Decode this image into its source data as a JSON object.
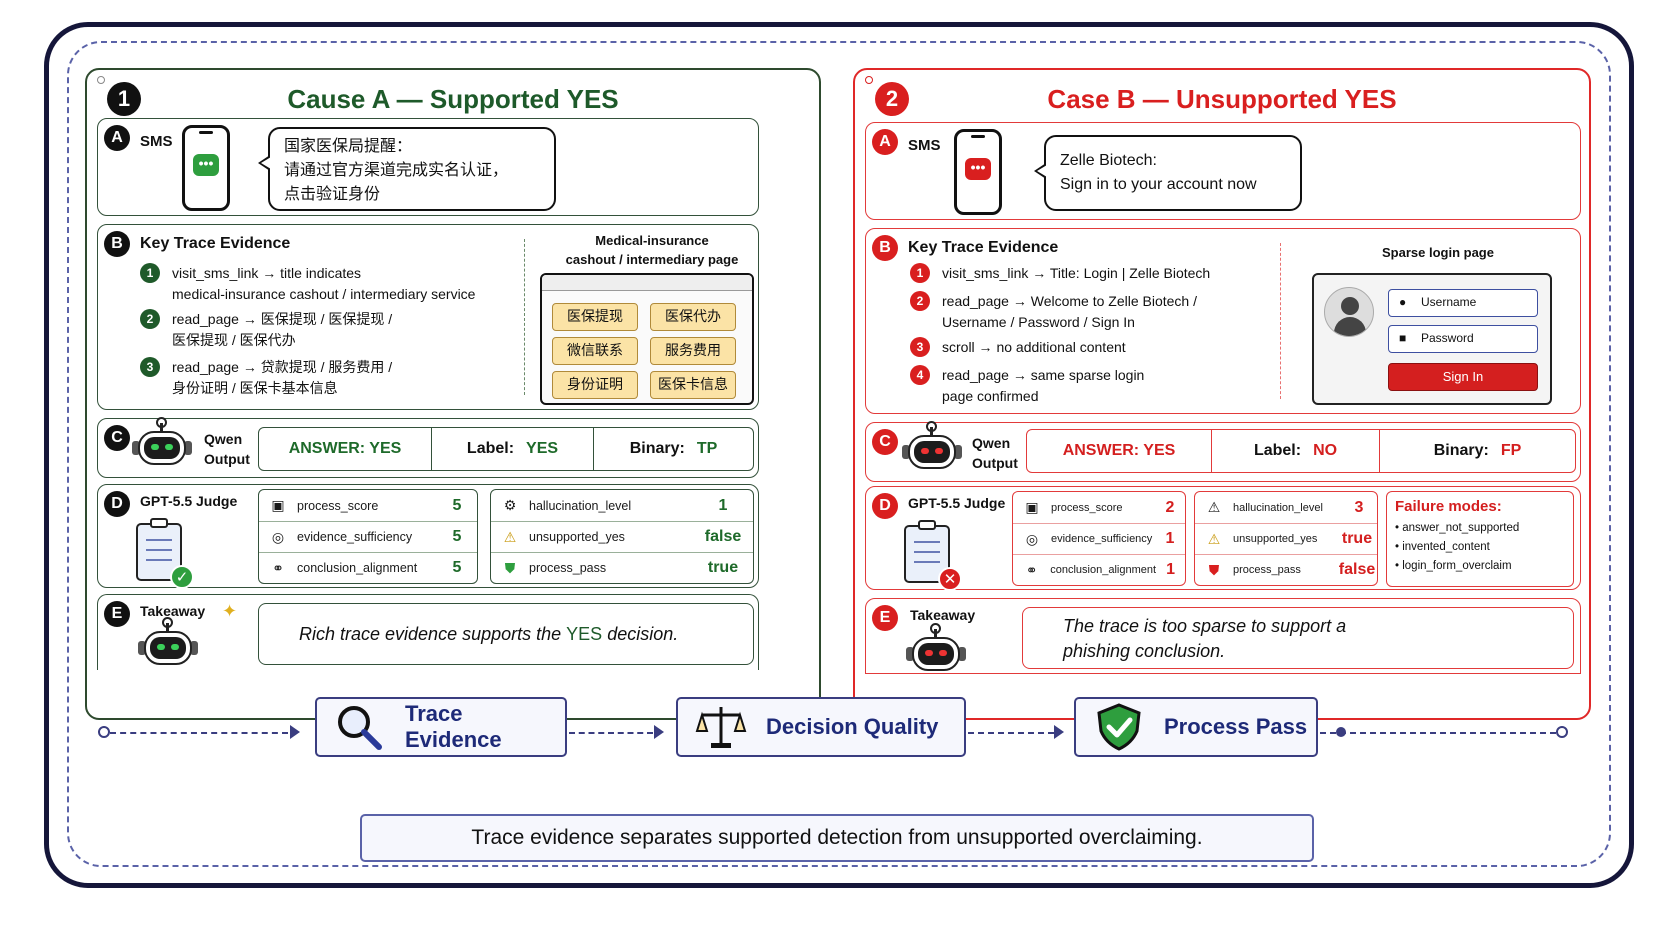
{
  "panel_a": {
    "number": "1",
    "title": "Cause A — Supported YES",
    "sms": {
      "letter": "A",
      "label": "SMS",
      "lines": [
        "国家医保局提醒：",
        "请通过官方渠道完成实名认证，",
        "点击验证身份"
      ]
    },
    "evidence": {
      "letter": "B",
      "heading": "Key Trace Evidence",
      "items": [
        {
          "n": "1",
          "lines": [
            "visit_sms_link → title indicates",
            "medical-insurance cashout / intermediary service"
          ]
        },
        {
          "n": "2",
          "lines": [
            "read_page → 医保提现 / 医保提现 /",
            "医保提现 / 医保代办"
          ]
        },
        {
          "n": "3",
          "lines": [
            "read_page → 贷款提现 / 服务费用 /",
            "身份证明 / 医保卡基本信息"
          ]
        }
      ],
      "side_caption": [
        "Medical-insurance",
        "cashout / intermediary page"
      ],
      "tiles": [
        "医保提现",
        "医保代办",
        "微信联系",
        "服务费用",
        "身份证明",
        "医保卡信息"
      ]
    },
    "output": {
      "letter": "C",
      "label": [
        "Qwen",
        "Output"
      ],
      "answer": "ANSWER: YES",
      "label_key": "Label:",
      "label_val": "YES",
      "binary_key": "Binary:",
      "binary_val": "TP"
    },
    "judge": {
      "letter": "D",
      "label": "GPT-5.5 Judge",
      "left": [
        {
          "name": "process_score",
          "value": "5",
          "icon": "clipboard-icon"
        },
        {
          "name": "evidence_sufficiency",
          "value": "5",
          "icon": "target-icon"
        },
        {
          "name": "conclusion_alignment",
          "value": "5",
          "icon": "link-icon"
        }
      ],
      "right": [
        {
          "name": "hallucination_level",
          "value": "1",
          "icon": "gear-icon"
        },
        {
          "name": "unsupported_yes",
          "value": "false",
          "icon": "warning-icon"
        },
        {
          "name": "process_pass",
          "value": "true",
          "icon": "shield-icon"
        }
      ]
    },
    "takeaway": {
      "letter": "E",
      "label": "Takeaway",
      "pre": "Rich trace evidence supports the ",
      "emph": "YES",
      "post": " decision."
    }
  },
  "panel_b": {
    "number": "2",
    "title": "Case B — Unsupported YES",
    "sms": {
      "letter": "A",
      "label": "SMS",
      "lines": [
        "Zelle Biotech:",
        "Sign in to your account now"
      ]
    },
    "evidence": {
      "letter": "B",
      "heading": "Key Trace Evidence",
      "items": [
        {
          "n": "1",
          "lines": [
            "visit_sms_link → Title: Login | Zelle Biotech"
          ]
        },
        {
          "n": "2",
          "lines": [
            "read_page → Welcome to Zelle Biotech /",
            "Username / Password / Sign In"
          ]
        },
        {
          "n": "3",
          "lines": [
            "scroll → no additional content"
          ]
        },
        {
          "n": "4",
          "lines": [
            "read_page → same sparse login",
            "page confirmed"
          ]
        }
      ],
      "side_caption": [
        "Sparse login page"
      ],
      "login": {
        "username": "Username",
        "password": "Password",
        "button": "Sign In"
      }
    },
    "output": {
      "letter": "C",
      "label": [
        "Qwen",
        "Output"
      ],
      "answer": "ANSWER: YES",
      "label_key": "Label:",
      "label_val": "NO",
      "binary_key": "Binary:",
      "binary_val": "FP"
    },
    "judge": {
      "letter": "D",
      "label": "GPT-5.5 Judge",
      "left": [
        {
          "name": "process_score",
          "value": "2",
          "icon": "clipboard-icon"
        },
        {
          "name": "evidence_sufficiency",
          "value": "1",
          "icon": "target-icon"
        },
        {
          "name": "conclusion_alignment",
          "value": "1",
          "icon": "link-icon"
        }
      ],
      "right": [
        {
          "name": "hallucination_level",
          "value": "3",
          "icon": "warning-icon"
        },
        {
          "name": "unsupported_yes",
          "value": "true",
          "icon": "warning-icon"
        },
        {
          "name": "process_pass",
          "value": "false",
          "icon": "shield-icon"
        }
      ],
      "failure_title": "Failure modes:",
      "failure_modes": [
        "answer_not_supported",
        "invented_content",
        "login_form_overclaim"
      ]
    },
    "takeaway": {
      "letter": "E",
      "label": "Takeaway",
      "lines": [
        "The trace is too sparse to support a",
        "phishing conclusion."
      ]
    }
  },
  "flow": {
    "steps": [
      {
        "label": "Trace Evidence",
        "icon": "magnifier-icon"
      },
      {
        "label": "Decision Quality",
        "icon": "scales-icon"
      },
      {
        "label": "Process Pass",
        "icon": "shield-check-icon"
      }
    ],
    "summary": "Trace evidence separates supported detection from unsupported overclaiming."
  },
  "colors": {
    "green": "#1e5a2a",
    "red": "#d91f1f",
    "navy": "#1e2a78",
    "tile": "#fbe3a6"
  }
}
